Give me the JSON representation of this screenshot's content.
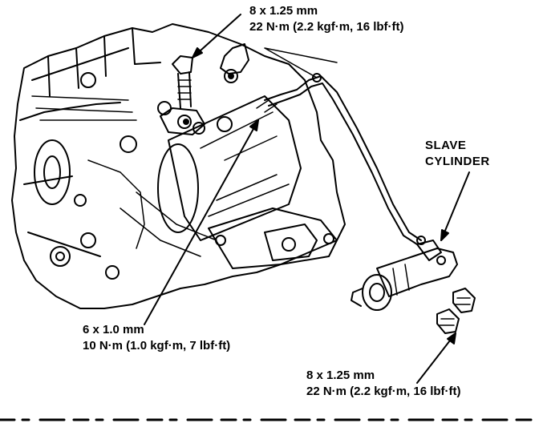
{
  "labels": {
    "top_bolt": {
      "size": "8 x 1.25 mm",
      "torque": "22 N·m (2.2 kgf·m, 16 lbf·ft)"
    },
    "mid_bolt": {
      "size": "6 x 1.0 mm",
      "torque": "10 N·m (1.0 kgf·m, 7 lbf·ft)"
    },
    "bottom_bolt": {
      "size": "8 x 1.25 mm",
      "torque": "22 N·m (2.2 kgf·m, 16 lbf·ft)"
    },
    "slave_cylinder": {
      "line1": "SLAVE",
      "line2": "CYLINDER"
    }
  },
  "colors": {
    "ink": "#000000",
    "paper": "#ffffff"
  }
}
